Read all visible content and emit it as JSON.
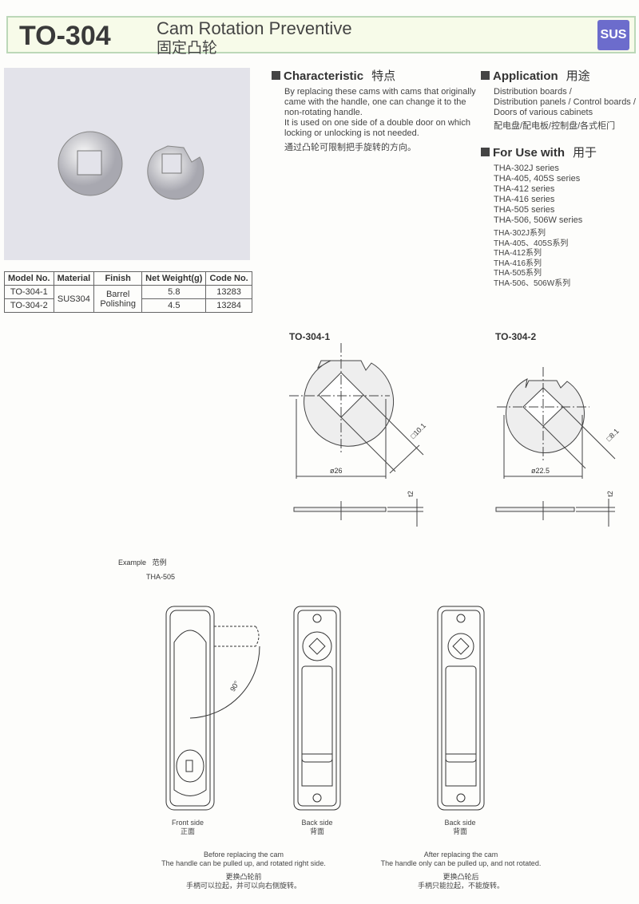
{
  "header": {
    "model": "TO-304",
    "title_en": "Cam Rotation Preventive",
    "title_cn": "固定凸轮",
    "badge": "SUS"
  },
  "table": {
    "headers": [
      "Model No.",
      "Material",
      "Finish",
      "Net Weight(g)",
      "Code No."
    ],
    "rows": [
      {
        "model": "TO-304-1",
        "weight": "5.8",
        "code": "13283"
      },
      {
        "model": "TO-304-2",
        "weight": "4.5",
        "code": "13284"
      }
    ],
    "material": "SUS304",
    "finish": "Barrel Polishing"
  },
  "characteristic": {
    "title": "Characteristic",
    "title_cn": "特点",
    "lines": [
      "By replacing these cams with cams that originally",
      "came with the handle, one can change it to the",
      "non-rotating handle.",
      "It is used on one side of a double door on which",
      "locking or unlocking is not needed."
    ],
    "cn": "通过凸轮可限制把手旋转的方向。"
  },
  "application": {
    "title": "Application",
    "title_cn": "用途",
    "lines": [
      "Distribution boards /",
      "Distribution panels / Control boards /",
      "Doors of various cabinets"
    ],
    "cn": "配电盘/配电板/控制盘/各式柜门"
  },
  "for_use": {
    "title": "For Use with",
    "title_cn": "用于",
    "en": [
      "THA-302J series",
      "THA-405, 405S series",
      "THA-412 series",
      "THA-416 series",
      "THA-505 series",
      "THA-506, 506W series"
    ],
    "cn": [
      "THA-302J系列",
      "THA-405、405S系列",
      "THA-412系列",
      "THA-416系列",
      "THA-505系列",
      "THA-506、506W系列"
    ]
  },
  "drawings": [
    {
      "label": "TO-304-1",
      "dia": "ø26",
      "square": "□10.1",
      "thick": "t2"
    },
    {
      "label": "TO-304-2",
      "dia": "ø22.5",
      "square": "□8.1",
      "thick": "t2"
    }
  ],
  "example": {
    "title": "Example",
    "title_cn": "范例",
    "model": "THA-505",
    "angle": "90°",
    "views": [
      {
        "en": "Front side",
        "cn": "正面"
      },
      {
        "en": "Back side",
        "cn": "背面"
      },
      {
        "en": "Back side",
        "cn": "背面"
      }
    ],
    "before": {
      "title": "Before replacing the cam",
      "desc": "The handle can be pulled up, and rotated right side.",
      "cn1": "更换凸轮前",
      "cn2": "手柄可以拉起，并可以向右侧旋转。"
    },
    "after": {
      "title": "After replacing the cam",
      "desc": "The handle only can be pulled up, and not rotated.",
      "cn1": "更换凸轮后",
      "cn2": "手柄只能拉起，不能旋转。"
    }
  }
}
